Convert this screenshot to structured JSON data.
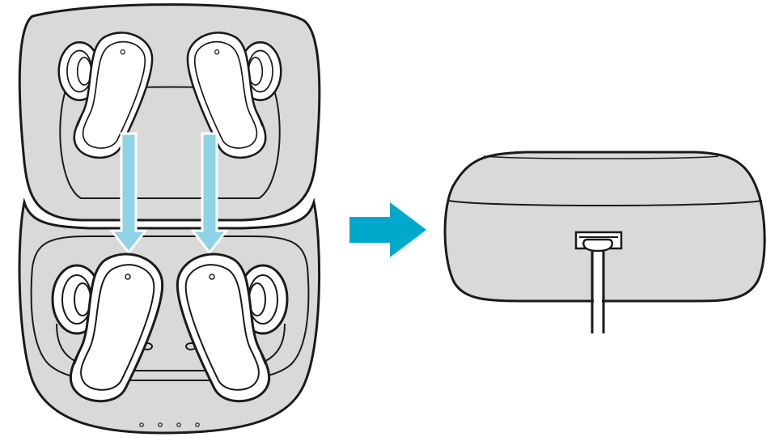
{
  "diagram": {
    "steps": [
      {
        "id": "place-earbuds-in-case",
        "icons": [
          "open-case-icon",
          "left-earbud-icon",
          "right-earbud-icon",
          "down-arrow-icon",
          "down-arrow-icon"
        ]
      },
      {
        "id": "then",
        "icons": [
          "right-arrow-icon"
        ]
      },
      {
        "id": "close-and-charge",
        "icons": [
          "closed-case-icon",
          "usb-c-connector-icon",
          "charging-cable-icon"
        ]
      }
    ],
    "colors": {
      "case_fill": "#d9d9d9",
      "outline": "#1a1a1a",
      "earbud_fill": "#ffffff",
      "down_arrow": "#8fd3e6",
      "right_arrow": "#00a9cc"
    },
    "led_dot_count": 4
  }
}
